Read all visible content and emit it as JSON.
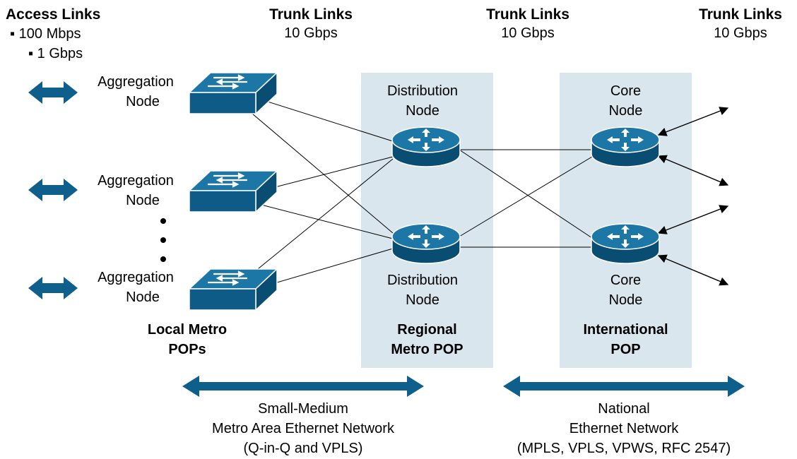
{
  "headers": {
    "access_title": "Access Links",
    "access_speed_1": "▪ 100 Mbps",
    "access_speed_2": "▪ 1 Gbps",
    "trunk1_title": "Trunk Links",
    "trunk1_speed": "10 Gbps",
    "trunk2_title": "Trunk Links",
    "trunk2_speed": "10 Gbps",
    "trunk3_title": "Trunk Links",
    "trunk3_speed": "10 Gbps"
  },
  "nodes": {
    "agg1_line1": "Aggregation",
    "agg1_line2": "Node",
    "agg2_line1": "Aggregation",
    "agg2_line2": "Node",
    "agg3_line1": "Aggregation",
    "agg3_line2": "Node",
    "dist_top_line1": "Distribution",
    "dist_top_line2": "Node",
    "dist_bottom_line1": "Distribution",
    "dist_bottom_line2": "Node",
    "core_top_line1": "Core",
    "core_top_line2": "Node",
    "core_bottom_line1": "Core",
    "core_bottom_line2": "Node"
  },
  "pops": {
    "local_line1": "Local Metro",
    "local_line2": "POPs",
    "regional_line1": "Regional",
    "regional_line2": "Metro POP",
    "international_line1": "International",
    "international_line2": "POP"
  },
  "networks": {
    "metro_line1": "Small-Medium",
    "metro_line2": "Metro Area Ethernet Network",
    "metro_line3": "(Q-in-Q and VPLS)",
    "national_line1": "National",
    "national_line2": "Ethernet Network",
    "national_line3": "(MPLS, VPLS, VPWS, RFC 2547)"
  },
  "colors": {
    "device_blue": "#0d5b86",
    "device_top": "#1d77a6",
    "arrow_blue": "#0e5f8c",
    "pop_background": "#d9e6ee"
  },
  "icons": {
    "switch": "workgroup-switch-icon",
    "router": "router-icon"
  }
}
